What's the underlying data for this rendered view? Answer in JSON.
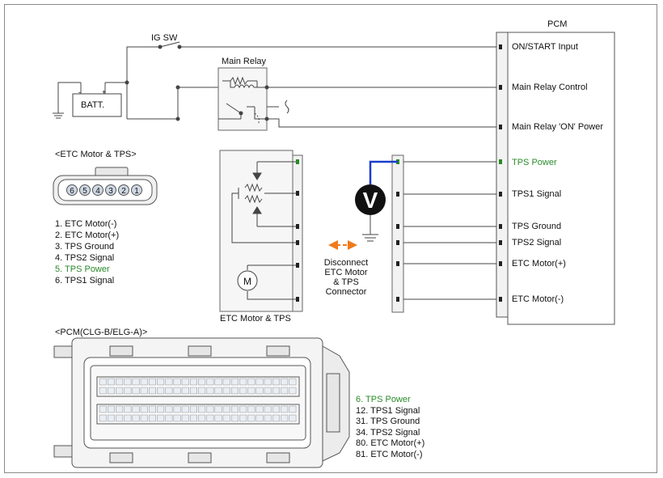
{
  "pcm": {
    "title": "PCM",
    "pins": [
      {
        "label": "ON/START Input"
      },
      {
        "label": "Main Relay Control"
      },
      {
        "label": "Main Relay 'ON' Power"
      },
      {
        "label": "TPS Power",
        "color": "#2a8a2a"
      },
      {
        "label": "TPS1 Signal"
      },
      {
        "label": "TPS Ground"
      },
      {
        "label": "TPS2 Signal"
      },
      {
        "label": "ETC Motor(+)"
      },
      {
        "label": "ETC Motor(-)"
      }
    ]
  },
  "battery": {
    "label": "BATT.",
    "minus": "-",
    "plus": "+"
  },
  "ig_switch": {
    "label": "IG SW"
  },
  "main_relay": {
    "label": "Main Relay"
  },
  "etc_box": {
    "label": "ETC Motor & TPS",
    "motor_symbol": "M"
  },
  "voltmeter": {
    "symbol": "V"
  },
  "disconnect_note": {
    "lines": [
      "Disconnect",
      "ETC Motor",
      "& TPS",
      "Connector"
    ]
  },
  "etc_connector": {
    "title": "<ETC Motor & TPS>",
    "pin_numbers": [
      "6",
      "5",
      "4",
      "3",
      "2",
      "1"
    ],
    "legend": [
      {
        "text": "1. ETC Motor(-)"
      },
      {
        "text": "2. ETC Motor(+)"
      },
      {
        "text": "3. TPS Ground"
      },
      {
        "text": "4. TPS2 Signal"
      },
      {
        "text": "5. TPS Power",
        "highlight": true
      },
      {
        "text": "6. TPS1 Signal"
      }
    ]
  },
  "pcm_connector": {
    "title": "<PCM(CLG-B/ELG-A)>",
    "legend": [
      {
        "text": "6. TPS Power",
        "highlight": true
      },
      {
        "text": "12. TPS1 Signal"
      },
      {
        "text": "31. TPS Ground"
      },
      {
        "text": "34. TPS2 Signal"
      },
      {
        "text": "80. ETC Motor(+)"
      },
      {
        "text": "81. ETC Motor(-)"
      }
    ]
  },
  "colors": {
    "highlight": "#2a8a2a",
    "wire_probe": "#1a3ccc",
    "arrow": "#f07a1a",
    "frame": "#8a8a8a"
  }
}
